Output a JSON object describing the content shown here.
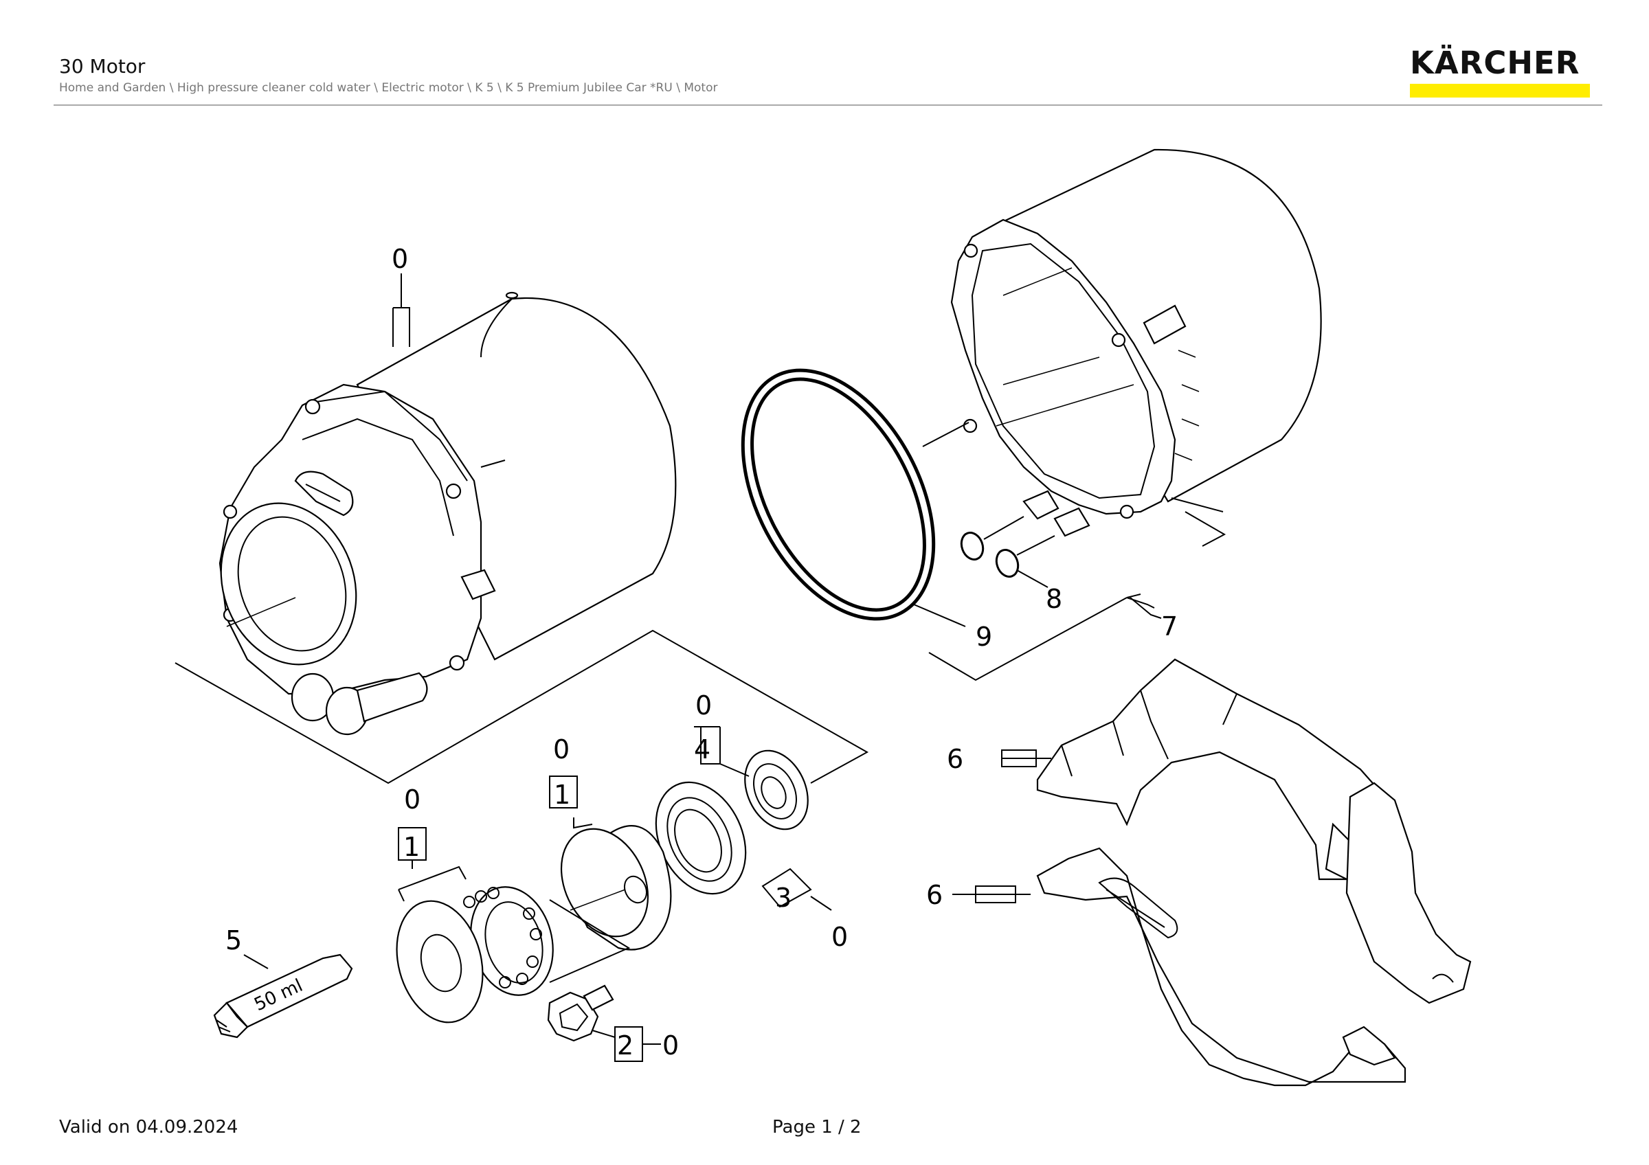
{
  "header": {
    "title": "30 Motor",
    "breadcrumb": "Home and Garden \\ High pressure cleaner cold water \\ Electric motor \\ K 5 \\ K 5 Premium Jubilee Car *RU \\ Motor"
  },
  "logo": {
    "text": "KÄRCHER",
    "bar_color": "#ffed00"
  },
  "callouts": {
    "motor": "0",
    "ring_seal": "9",
    "small_orings": "8",
    "housing": "7",
    "bracket_upper": "6",
    "bracket_lower": "6",
    "bearing_seal_group": "0",
    "bearing_seal_box": "4",
    "cover_group": "0",
    "cover_box": "1",
    "thrust_group": "0",
    "thrust_box": "1",
    "bearing_num": "3",
    "bearing_group": "0",
    "screw_box": "2",
    "screw_group": "0",
    "grease": "5",
    "grease_label": "50 ml"
  },
  "footer": {
    "valid": "Valid on 04.09.2024",
    "page": "Page 1 / 2"
  }
}
